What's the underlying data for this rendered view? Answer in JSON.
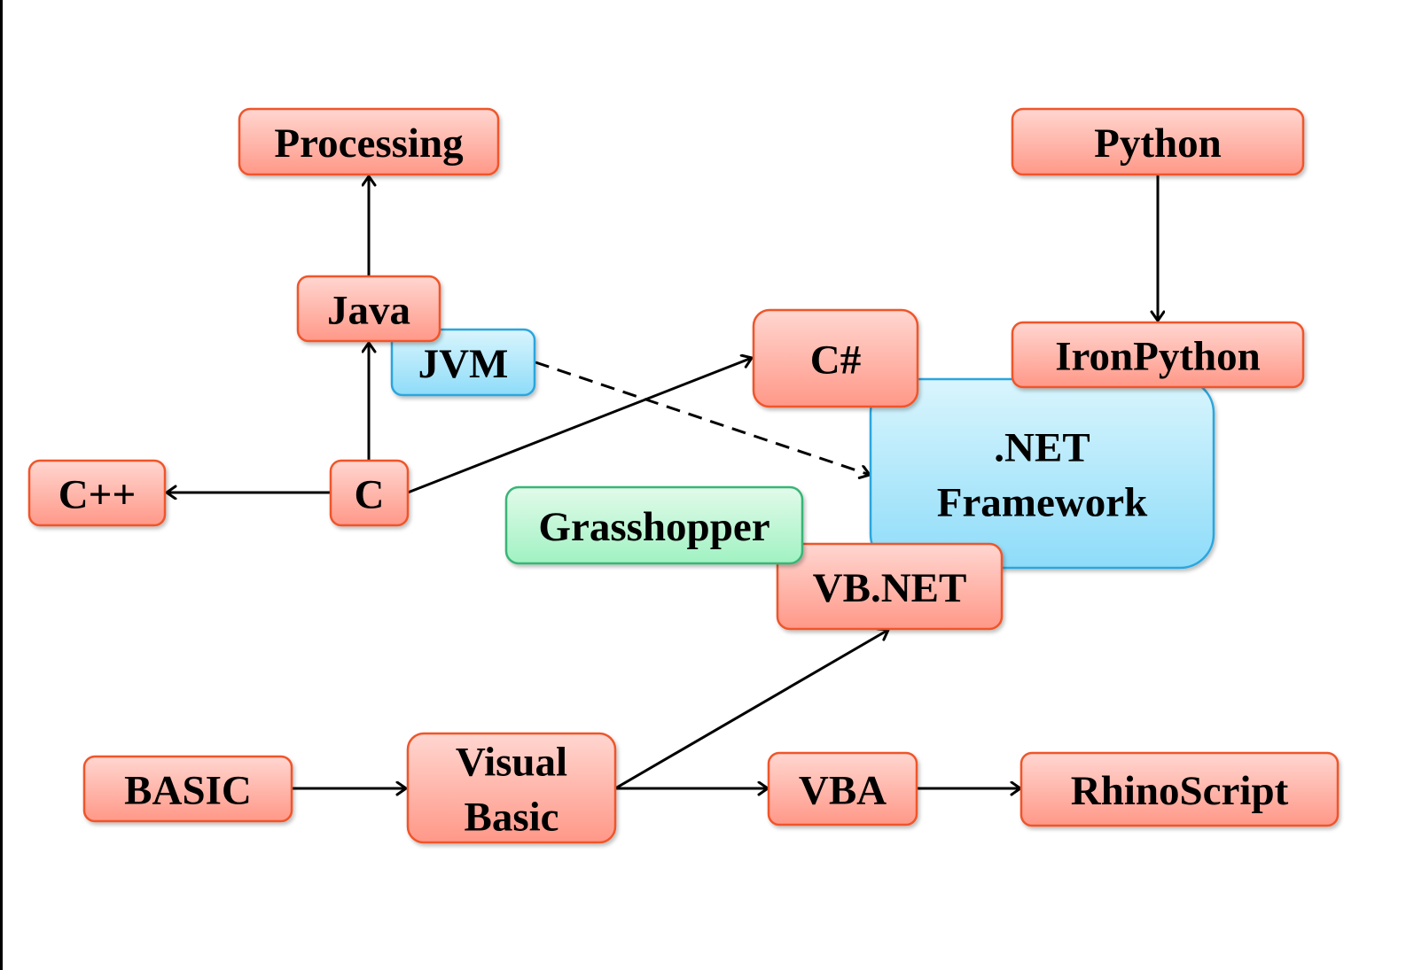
{
  "diagram": {
    "colors": {
      "language_fill_top": "#ffd6d0",
      "language_fill_bottom": "#ff9888",
      "language_stroke": "#f0552a",
      "runtime_fill_top": "#d9f5fd",
      "runtime_fill_bottom": "#8edcf9",
      "runtime_stroke": "#2aa6de",
      "plugin_fill_top": "#e2faea",
      "plugin_fill_bottom": "#a0f2c2",
      "plugin_stroke": "#38b577",
      "edge": "#000000"
    },
    "nodes": {
      "processing": {
        "label": [
          "Processing"
        ],
        "kind": "language"
      },
      "python": {
        "label": [
          "Python"
        ],
        "kind": "language"
      },
      "dotnet": {
        "label": [
          ".NET",
          "Framework"
        ],
        "kind": "runtime"
      },
      "jvm": {
        "label": [
          "JVM"
        ],
        "kind": "runtime"
      },
      "java": {
        "label": [
          "Java"
        ],
        "kind": "language"
      },
      "csharp": {
        "label": [
          "C#"
        ],
        "kind": "language"
      },
      "ironpython": {
        "label": [
          "IronPython"
        ],
        "kind": "language"
      },
      "cpp": {
        "label": [
          "C++"
        ],
        "kind": "language"
      },
      "c": {
        "label": [
          "C"
        ],
        "kind": "language"
      },
      "vbnet": {
        "label": [
          "VB.NET"
        ],
        "kind": "language"
      },
      "grasshopper": {
        "label": [
          "Grasshopper"
        ],
        "kind": "plugin"
      },
      "basic": {
        "label": [
          "BASIC"
        ],
        "kind": "language"
      },
      "visualbasic": {
        "label": [
          "Visual",
          "Basic"
        ],
        "kind": "language"
      },
      "vba": {
        "label": [
          "VBA"
        ],
        "kind": "language"
      },
      "rhinoscript": {
        "label": [
          "RhinoScript"
        ],
        "kind": "language"
      }
    },
    "edges": [
      {
        "from": "java",
        "to": "processing",
        "style": "solid"
      },
      {
        "from": "c",
        "to": "java",
        "style": "solid"
      },
      {
        "from": "c",
        "to": "cpp",
        "style": "solid"
      },
      {
        "from": "c",
        "to": "csharp",
        "style": "solid"
      },
      {
        "from": "jvm",
        "to": "dotnet",
        "style": "dashed"
      },
      {
        "from": "python",
        "to": "ironpython",
        "style": "solid"
      },
      {
        "from": "basic",
        "to": "visualbasic",
        "style": "solid"
      },
      {
        "from": "visualbasic",
        "to": "vbnet",
        "style": "solid"
      },
      {
        "from": "visualbasic",
        "to": "vba",
        "style": "solid"
      },
      {
        "from": "vba",
        "to": "rhinoscript",
        "style": "solid"
      }
    ]
  }
}
